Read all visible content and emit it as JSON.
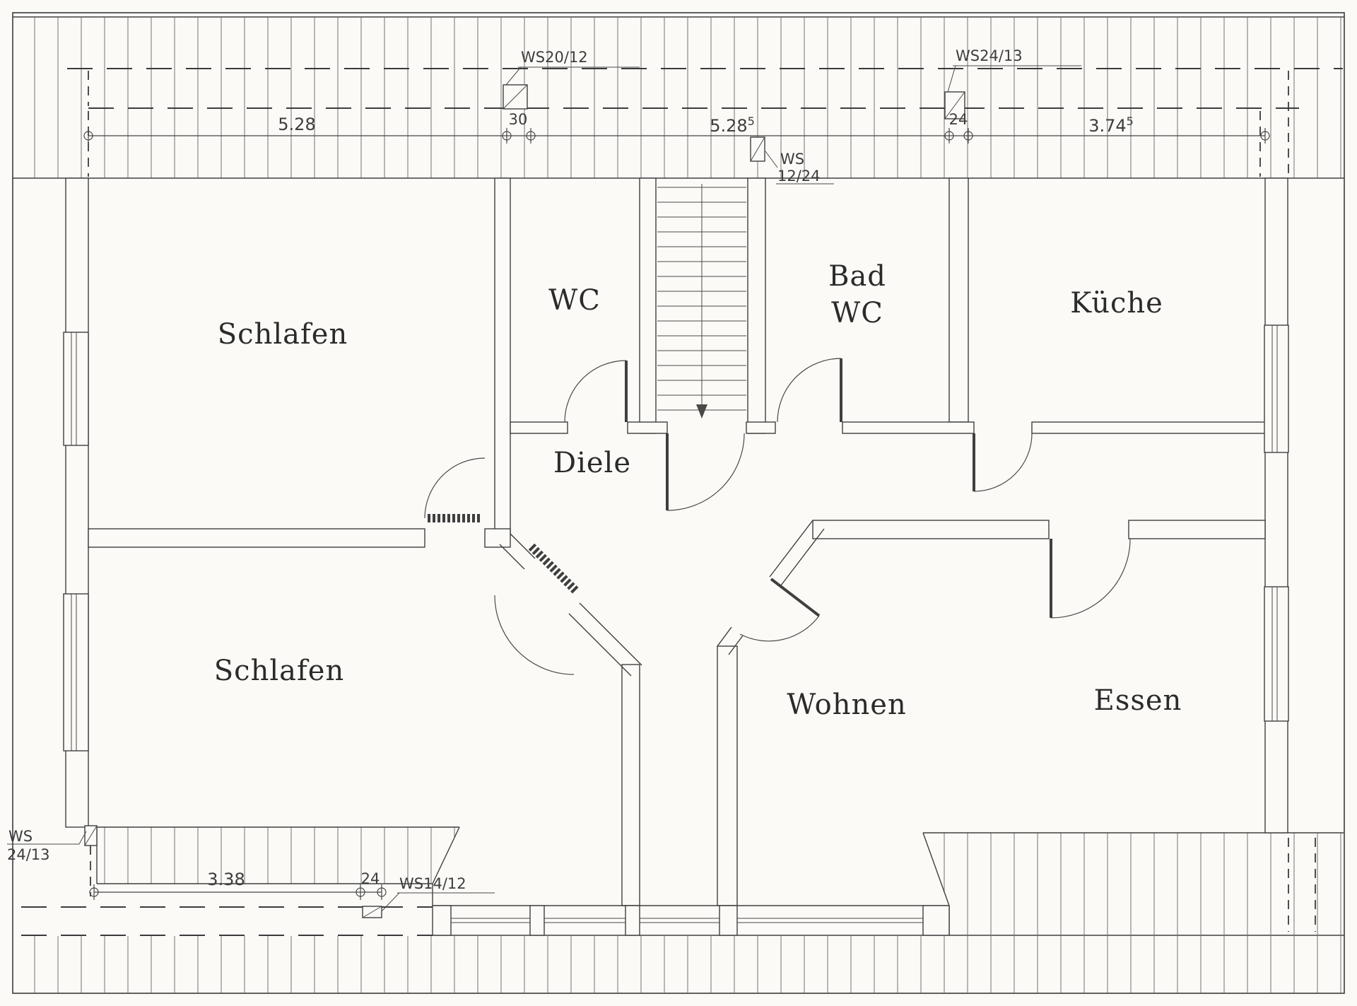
{
  "drawing": {
    "type": "architectural floor plan (attic storey)",
    "rooms": {
      "schlafen_top": "Schlafen",
      "wc": "WC",
      "bad_line1": "Bad",
      "bad_line2": "WC",
      "kueche": "Küche",
      "diele": "Diele",
      "schlafen_bottom": "Schlafen",
      "wohnen": "Wohnen",
      "essen": "Essen"
    },
    "dims_top": {
      "d1": "5.28",
      "d2": "30",
      "d3_main": "5.28",
      "d3_sup": "5",
      "d4": "24",
      "d5_main": "3.74",
      "d5_sup": "5"
    },
    "dims_bottom": {
      "d1": "3.38",
      "d2": "24"
    },
    "ws_labels": {
      "top_left": "WS20/12",
      "top_right": "WS24/13",
      "mid_line1": "WS",
      "mid_line2": "12/24",
      "bottom_left_line1": "WS",
      "bottom_left_line2": "24/13",
      "bottom_center": "WS14/12"
    },
    "colors": {
      "paper": "#fbfaf7",
      "line": "#3f3f3f",
      "hatch": "#737373"
    }
  }
}
